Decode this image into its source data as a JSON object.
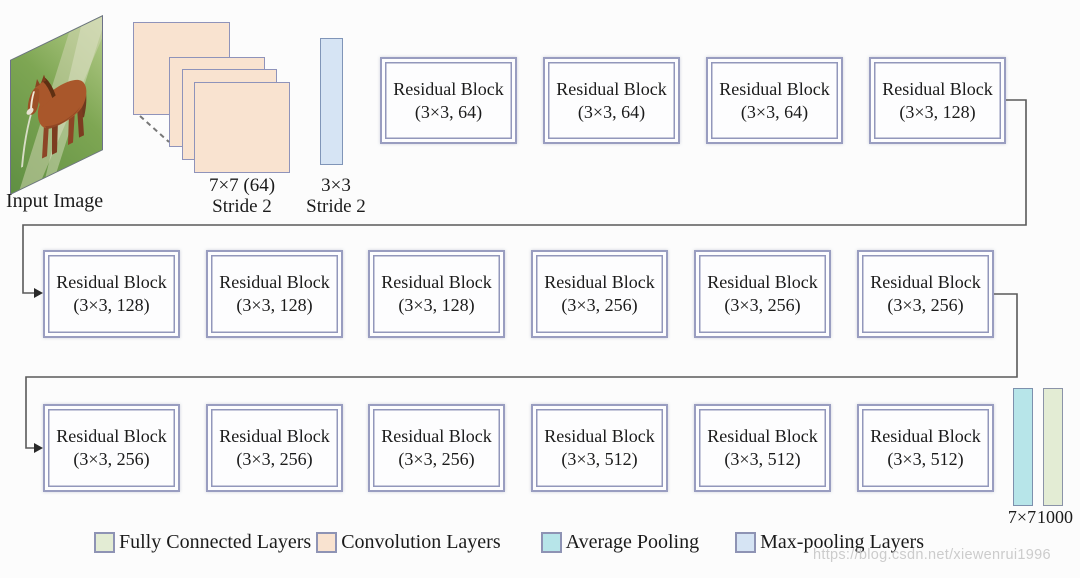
{
  "diagram": {
    "title": "ResNet-34 architecture diagram",
    "input_image": {
      "label": "Input Image",
      "photo": "horse-in-field"
    },
    "conv_stem": {
      "line1": "7×7 (64)",
      "line2": "Stride 2"
    },
    "max_pool_stem": {
      "line1": "3×3",
      "line2": "Stride 2"
    },
    "row1": {
      "blocks": [
        {
          "title": "Residual Block",
          "params": "(3×3, 64)"
        },
        {
          "title": "Residual Block",
          "params": "(3×3, 64)"
        },
        {
          "title": "Residual Block",
          "params": "(3×3, 64)"
        },
        {
          "title": "Residual Block",
          "params": "(3×3, 128)"
        }
      ]
    },
    "row2": {
      "blocks": [
        {
          "title": "Residual Block",
          "params": "(3×3, 128)"
        },
        {
          "title": "Residual Block",
          "params": "(3×3, 128)"
        },
        {
          "title": "Residual Block",
          "params": "(3×3, 128)"
        },
        {
          "title": "Residual Block",
          "params": "(3×3, 256)"
        },
        {
          "title": "Residual Block",
          "params": "(3×3, 256)"
        },
        {
          "title": "Residual Block",
          "params": "(3×3, 256)"
        }
      ]
    },
    "row3": {
      "blocks": [
        {
          "title": "Residual Block",
          "params": "(3×3, 256)"
        },
        {
          "title": "Residual Block",
          "params": "(3×3, 256)"
        },
        {
          "title": "Residual Block",
          "params": "(3×3, 256)"
        },
        {
          "title": "Residual Block",
          "params": "(3×3, 512)"
        },
        {
          "title": "Residual Block",
          "params": "(3×3, 512)"
        },
        {
          "title": "Residual Block",
          "params": "(3×3, 512)"
        }
      ]
    },
    "avg_pool": {
      "label": "7×7"
    },
    "fully_connected": {
      "label": "1000"
    },
    "legend": [
      {
        "label": "Fully Connected Layers",
        "color": "#e3ecd4"
      },
      {
        "label": "Convolution Layers",
        "color": "#f9e3d0"
      },
      {
        "label": "Average Pooling",
        "color": "#b7e5e9"
      },
      {
        "label": "Max-pooling Layers",
        "color": "#d6e4f4"
      }
    ],
    "watermark": "https://blog.csdn.net/xiewenrui1996"
  }
}
